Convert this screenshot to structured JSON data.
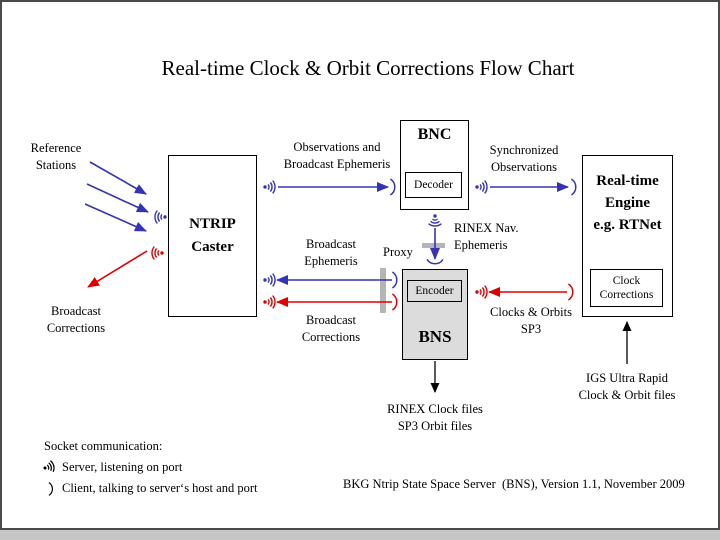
{
  "title": "Real-time Clock & Orbit Corrections Flow Chart",
  "boxes": {
    "ntrip_caster": "NTRIP\nCaster",
    "bnc": "BNC",
    "decoder": "Decoder",
    "realtime_engine": "Real-time\nEngine\ne.g. RTNet",
    "clock_corrections": "Clock\nCorrections",
    "bns": "BNS",
    "encoder": "Encoder"
  },
  "labels": {
    "reference_stations": "Reference\nStations",
    "broadcast_corrections_left": "Broadcast\nCorrections",
    "observations_broadcast_ephemeris": "Observations and\nBroadcast Ephemeris",
    "synchronized_observations": "Synchronized\nObservations",
    "broadcast_ephemeris": "Broadcast\nEphemeris",
    "broadcast_corrections_mid": "Broadcast\nCorrections",
    "proxy": "Proxy",
    "rinex_nav_ephemeris": "RINEX Nav.\nEphemeris",
    "clocks_orbits_sp3": "Clocks & Orbits\nSP3",
    "rinex_clock_files": "RINEX Clock files\nSP3 Orbit files",
    "igs_ultra_rapid": "IGS Ultra Rapid\nClock & Orbit files"
  },
  "legend": {
    "heading": "Socket communication:",
    "server_item": "Server, listening on port",
    "client_item": "Client, talking to server‘s host and port"
  },
  "footer": "BKG Ntrip State Space Server  (BNS), Version 1.1, November 2009",
  "colors": {
    "blue": "#3333b3",
    "red": "#dd0000",
    "box_gray": "#dcdcdc",
    "proxy_bar_gray": "#b5b5b5"
  }
}
